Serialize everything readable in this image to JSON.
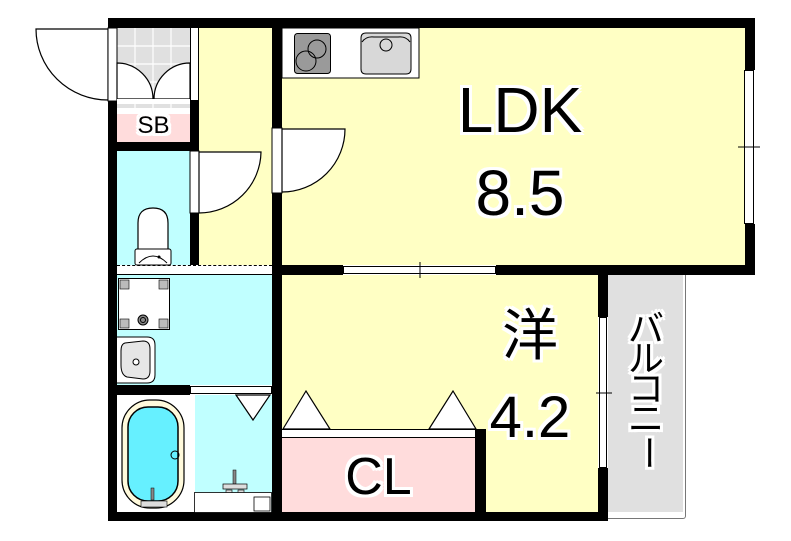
{
  "floorplan": {
    "rooms": {
      "ldk": {
        "name": "LDK",
        "size": "8.5"
      },
      "western": {
        "name": "洋",
        "size": "4.2"
      },
      "closet": {
        "name": "CL"
      },
      "shoebox": {
        "name": "SB"
      },
      "balcony": {
        "name": "バルコニー",
        "chars": [
          "バ",
          "ル",
          "コ",
          "ニ",
          "ー"
        ]
      }
    },
    "colors": {
      "living": "#ffffc4",
      "wet_area": "#c0ffff",
      "storage": "#ffdcdc",
      "balcony": "#e0e0e0",
      "wall": "#000000"
    }
  }
}
